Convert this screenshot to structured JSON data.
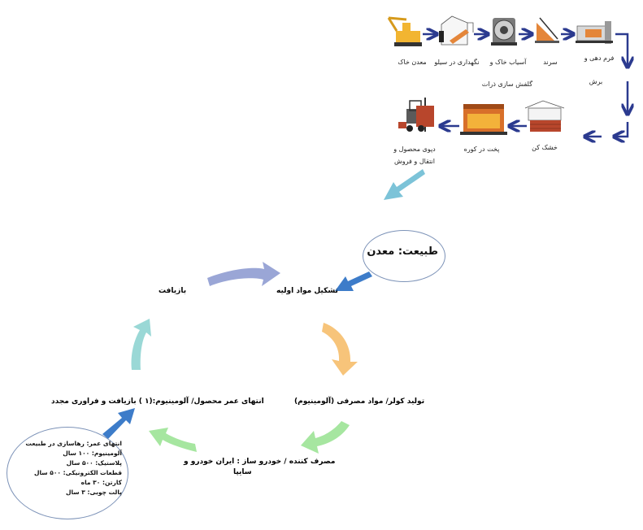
{
  "process": {
    "steps": [
      {
        "label": "معدن خاک"
      },
      {
        "label": "نگهداری در سیلو"
      },
      {
        "label": "آسیاب خاک و"
      },
      {
        "label": "سرند"
      },
      {
        "label": "فرم دهی و"
      },
      {
        "label": "برش"
      },
      {
        "label": "گلفش سازی ذرات"
      },
      {
        "label": "خشک کن"
      },
      {
        "label": "پخت در کوره"
      },
      {
        "label": "دپوی محصول و"
      },
      {
        "label": "انتقال و فروش"
      }
    ]
  },
  "cycle": {
    "nature": "طبیعت: معدن",
    "raw_materials": "تشکیل مواد اولیه",
    "recycling": "بازیافت",
    "production": "تولید کولر/ مواد مصرفی (آلومینیوم)",
    "consumer_line1": "مصرف کننده / خودرو ساز : ایران خودرو و",
    "consumer_line2": "سایپا",
    "end_of_life": "انتهای عمر محصول/ آلومینیوم:(۱ ) بازیافت و فراوری مجدد",
    "life_title": "انتهای عمر: رهاسازی در طبیعت",
    "life_items": [
      "آلومینیوم: ۱۰۰ سال",
      "پلاستیک: ۵۰۰ سال",
      "قطعات الکترونیکی: ۵۰۰ سال",
      "کارتن: ۳۰ ماه",
      "پالت چوبی: ۳ سال"
    ]
  },
  "colors": {
    "process_arrow": "#2b3a8f",
    "arrow_blue": "#3d7cc9",
    "arrow_lavender": "#9aa6d6",
    "arrow_orange": "#f7c47a",
    "arrow_green": "#a6e6a0",
    "arrow_teal": "#9ad8d6",
    "arrow_cyan": "#7cc3d8",
    "ellipse_border": "#7d93b8"
  }
}
